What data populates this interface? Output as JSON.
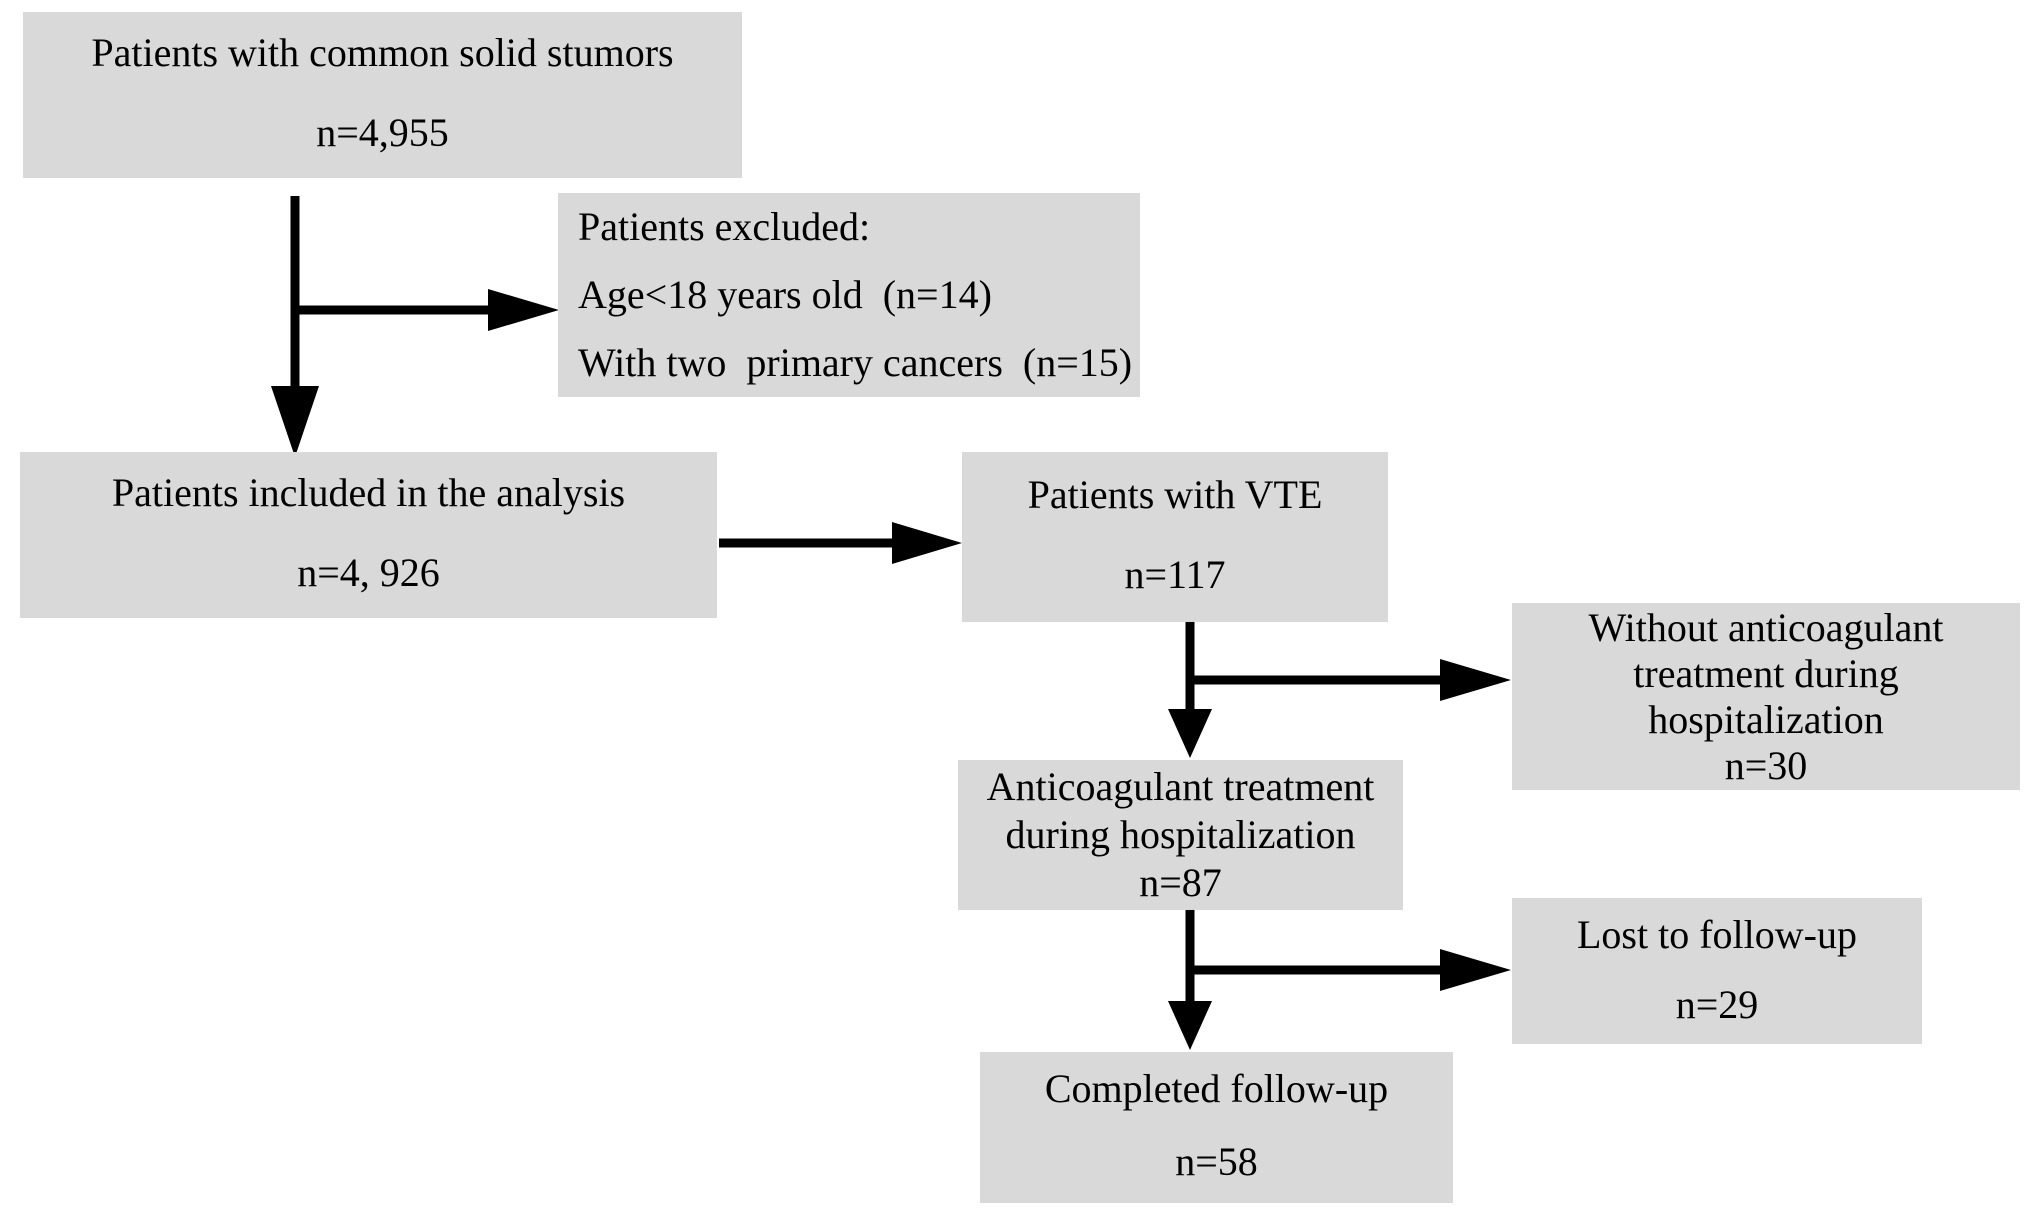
{
  "figure": {
    "type": "patient-flow-diagram",
    "background": "#ffffff",
    "box_fill": "#d9d9d9",
    "arrow_color": "#000000",
    "text_color": "#000000"
  },
  "nodes": {
    "solid_tumors": {
      "title": "Patients with common solid stumors",
      "count": "n=4,955"
    },
    "excluded": {
      "line1": "Patients excluded:",
      "line2": "Age<18 years old  (n=14)",
      "line3": "With two  primary cancers  (n=15)"
    },
    "included": {
      "title": "Patients included in the analysis",
      "count": "n=4, 926"
    },
    "vte": {
      "title": "Patients with VTE",
      "count": "n=117"
    },
    "without_ac": {
      "line1": "Without anticoagulant",
      "line2": "treatment during",
      "line3": "hospitalization",
      "count": "n=30"
    },
    "ac_treatment": {
      "line1": "Anticoagulant treatment",
      "line2": "during hospitalization",
      "count": "n=87"
    },
    "lost": {
      "title": "Lost to follow-up",
      "count": "n=29"
    },
    "completed": {
      "title": "Completed follow-up",
      "count": "n=58"
    }
  }
}
